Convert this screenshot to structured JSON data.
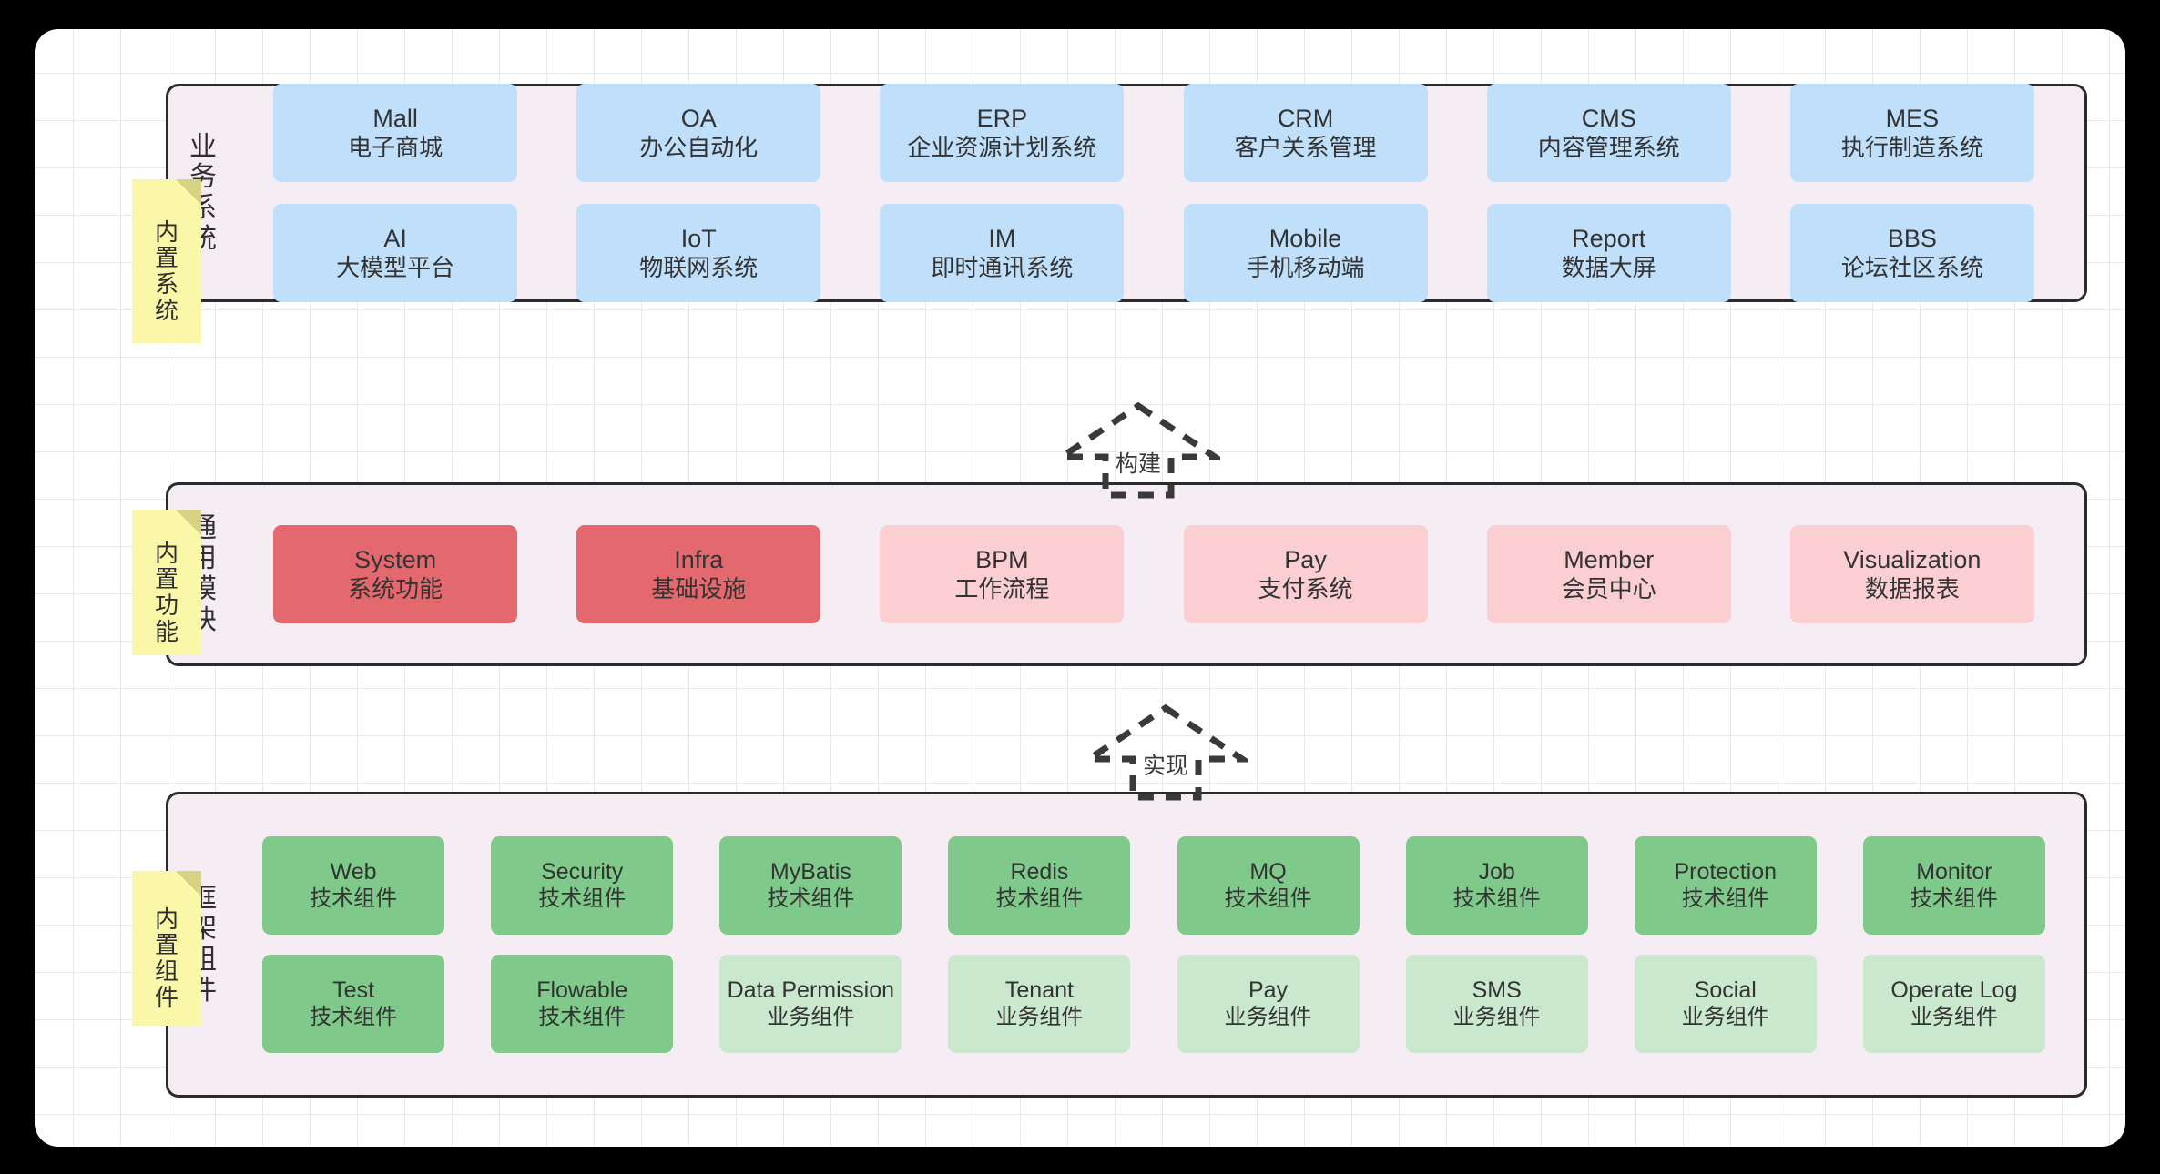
{
  "diagram": {
    "notes": [
      {
        "id": "systems",
        "text": "内置系统"
      },
      {
        "id": "functions",
        "text": "内置功能"
      },
      {
        "id": "components",
        "text": "内置组件"
      }
    ],
    "connectors": [
      {
        "id": "build",
        "label": "构建"
      },
      {
        "id": "implement",
        "label": "实现"
      }
    ],
    "bands": [
      {
        "id": "business",
        "label": "业务系统",
        "tiles": [
          {
            "en": "Mall",
            "cn": "电子商城",
            "color": "blue"
          },
          {
            "en": "OA",
            "cn": "办公自动化",
            "color": "blue"
          },
          {
            "en": "ERP",
            "cn": "企业资源计划系统",
            "color": "blue"
          },
          {
            "en": "CRM",
            "cn": "客户关系管理",
            "color": "blue"
          },
          {
            "en": "CMS",
            "cn": "内容管理系统",
            "color": "blue"
          },
          {
            "en": "MES",
            "cn": "执行制造系统",
            "color": "blue"
          },
          {
            "en": "AI",
            "cn": "大模型平台",
            "color": "blue"
          },
          {
            "en": "IoT",
            "cn": "物联网系统",
            "color": "blue"
          },
          {
            "en": "IM",
            "cn": "即时通讯系统",
            "color": "blue"
          },
          {
            "en": "Mobile",
            "cn": "手机移动端",
            "color": "blue"
          },
          {
            "en": "Report",
            "cn": "数据大屏",
            "color": "blue"
          },
          {
            "en": "BBS",
            "cn": "论坛社区系统",
            "color": "blue"
          }
        ]
      },
      {
        "id": "common",
        "label": "通用模块",
        "tiles": [
          {
            "en": "System",
            "cn": "系统功能",
            "color": "red-solid"
          },
          {
            "en": "Infra",
            "cn": "基础设施",
            "color": "red-solid"
          },
          {
            "en": "BPM",
            "cn": "工作流程",
            "color": "red-light"
          },
          {
            "en": "Pay",
            "cn": "支付系统",
            "color": "red-light"
          },
          {
            "en": "Member",
            "cn": "会员中心",
            "color": "red-light"
          },
          {
            "en": "Visualization",
            "cn": "数据报表",
            "color": "red-light"
          }
        ]
      },
      {
        "id": "framework",
        "label": "框架组件",
        "tiles": [
          {
            "en": "Web",
            "cn": "技术组件",
            "color": "green-solid"
          },
          {
            "en": "Security",
            "cn": "技术组件",
            "color": "green-solid"
          },
          {
            "en": "MyBatis",
            "cn": "技术组件",
            "color": "green-solid"
          },
          {
            "en": "Redis",
            "cn": "技术组件",
            "color": "green-solid"
          },
          {
            "en": "MQ",
            "cn": "技术组件",
            "color": "green-solid"
          },
          {
            "en": "Job",
            "cn": "技术组件",
            "color": "green-solid"
          },
          {
            "en": "Protection",
            "cn": "技术组件",
            "color": "green-solid"
          },
          {
            "en": "Monitor",
            "cn": "技术组件",
            "color": "green-solid"
          },
          {
            "en": "Test",
            "cn": "技术组件",
            "color": "green-solid"
          },
          {
            "en": "Flowable",
            "cn": "技术组件",
            "color": "green-solid"
          },
          {
            "en": "Data Permission",
            "cn": "业务组件",
            "color": "green-light"
          },
          {
            "en": "Tenant",
            "cn": "业务组件",
            "color": "green-light"
          },
          {
            "en": "Pay",
            "cn": "业务组件",
            "color": "green-light"
          },
          {
            "en": "SMS",
            "cn": "业务组件",
            "color": "green-light"
          },
          {
            "en": "Social",
            "cn": "业务组件",
            "color": "green-light"
          },
          {
            "en": "Operate Log",
            "cn": "业务组件",
            "color": "green-light"
          }
        ]
      }
    ],
    "colors": {
      "blue": "#bfdffa",
      "red_solid": "#e4696e",
      "red_light": "#fbcfd2",
      "green_solid": "#7fca8b",
      "green_light": "#c9e8cd",
      "band_background": "#f6ecf4",
      "note_background": "#fbf7a8",
      "note_fold": "#d8d382",
      "outline": "#2b2b2b",
      "canvas": "#ffffff",
      "grid_line": "#e9e9e9",
      "page_background": "#000000"
    }
  }
}
